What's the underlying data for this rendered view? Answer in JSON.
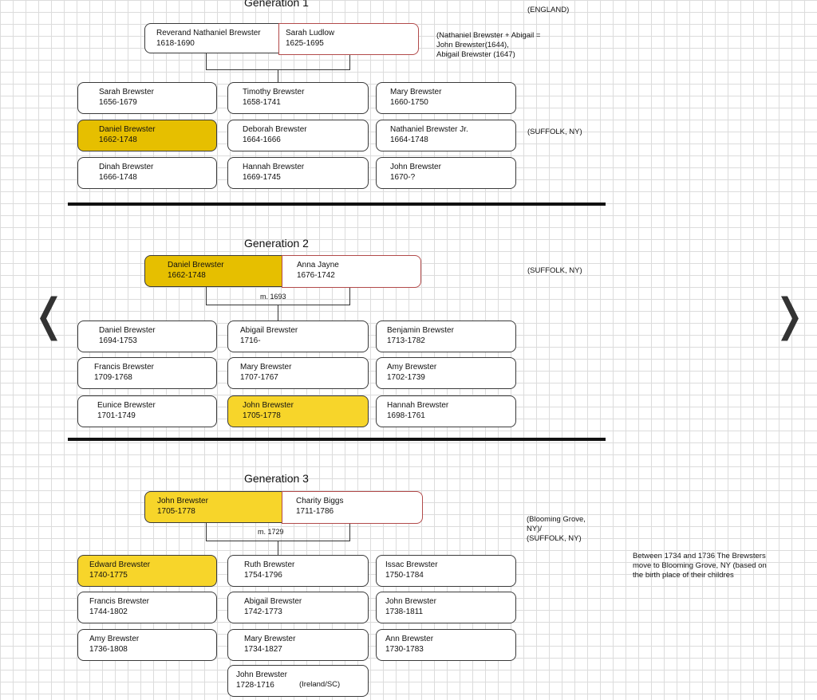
{
  "nav": {
    "prev": "❬",
    "next": "❭"
  },
  "generations": [
    {
      "title": "Generation 1",
      "parents": [
        {
          "name": "Reverand Nathaniel Brewster",
          "dates": "1618-1690"
        },
        {
          "name": "Sarah Ludlow",
          "dates": "1625-1695"
        }
      ],
      "children": [
        {
          "name": "Sarah Brewster",
          "dates": "1656-1679"
        },
        {
          "name": "Timothy Brewster",
          "dates": "1658-1741"
        },
        {
          "name": "Mary Brewster",
          "dates": "1660-1750"
        },
        {
          "name": "Daniel Brewster",
          "dates": "1662-1748",
          "highlight": "gold"
        },
        {
          "name": "Deborah Brewster",
          "dates": "1664-1666"
        },
        {
          "name": "Nathaniel Brewster Jr.",
          "dates": "1664-1748"
        },
        {
          "name": "Dinah Brewster",
          "dates": "1666-1748"
        },
        {
          "name": "Hannah Brewster",
          "dates": "1669-1745"
        },
        {
          "name": "John Brewster",
          "dates": "1670-?"
        }
      ],
      "notes": {
        "england": "(ENGLAND)",
        "siblings": [
          "(Nathaniel Brewster + Abigail =",
          "John Brewster(1644),",
          "Abigail Brewster (1647)"
        ],
        "location": "(SUFFOLK, NY)"
      }
    },
    {
      "title": "Generation 2",
      "parents": [
        {
          "name": "Daniel Brewster",
          "dates": "1662-1748",
          "highlight": "gold"
        },
        {
          "name": "Anna Jayne",
          "dates": "1676-1742"
        }
      ],
      "marriage": "m. 1693",
      "children": [
        {
          "name": "Daniel Brewster",
          "dates": "1694-1753"
        },
        {
          "name": "Abigail Brewster",
          "dates": "1716-"
        },
        {
          "name": "Benjamin Brewster",
          "dates": "1713-1782"
        },
        {
          "name": "Francis Brewster",
          "dates": "1709-1768"
        },
        {
          "name": "Mary Brewster",
          "dates": "1707-1767"
        },
        {
          "name": "Amy Brewster",
          "dates": "1702-1739"
        },
        {
          "name": "Eunice Brewster",
          "dates": "1701-1749"
        },
        {
          "name": "John Brewster",
          "dates": "1705-1778",
          "highlight": "yellow"
        },
        {
          "name": "Hannah Brewster",
          "dates": "1698-1761"
        }
      ],
      "notes": {
        "location": "(SUFFOLK, NY)"
      }
    },
    {
      "title": "Generation 3",
      "parents": [
        {
          "name": "John Brewster",
          "dates": "1705-1778",
          "highlight": "yellow"
        },
        {
          "name": "Charity Biggs",
          "dates": "1711-1786"
        }
      ],
      "marriage": "m. 1729",
      "children": [
        {
          "name": "Edward Brewster",
          "dates": "1740-1775",
          "highlight": "yellow"
        },
        {
          "name": "Ruth Brewster",
          "dates": "1754-1796"
        },
        {
          "name": "Issac Brewster",
          "dates": "1750-1784"
        },
        {
          "name": "Francis Brewster",
          "dates": "1744-1802"
        },
        {
          "name": "Abigail Brewster",
          "dates": "1742-1773"
        },
        {
          "name": "John Brewster",
          "dates": "1738-1811"
        },
        {
          "name": "Amy Brewster",
          "dates": "1736-1808"
        },
        {
          "name": "Mary Brewster",
          "dates": "1734-1827"
        },
        {
          "name": "Ann Brewster",
          "dates": "1730-1783"
        }
      ],
      "extra_child": {
        "name": "John Brewster",
        "dates": "1728-1716",
        "note": "(Ireland/SC)"
      },
      "notes": {
        "location": [
          "(Blooming Grove,",
          "NY)/",
          "(SUFFOLK, NY)"
        ],
        "move": [
          "Between 1734 and 1736 The Brewsters",
          "move to Blooming Grove, NY (based on",
          "the birth place of their childres"
        ]
      }
    }
  ],
  "colors": {
    "gold": "#e6bf00",
    "yellow": "#f7d52a",
    "spouse_border": "#b24a4a"
  }
}
